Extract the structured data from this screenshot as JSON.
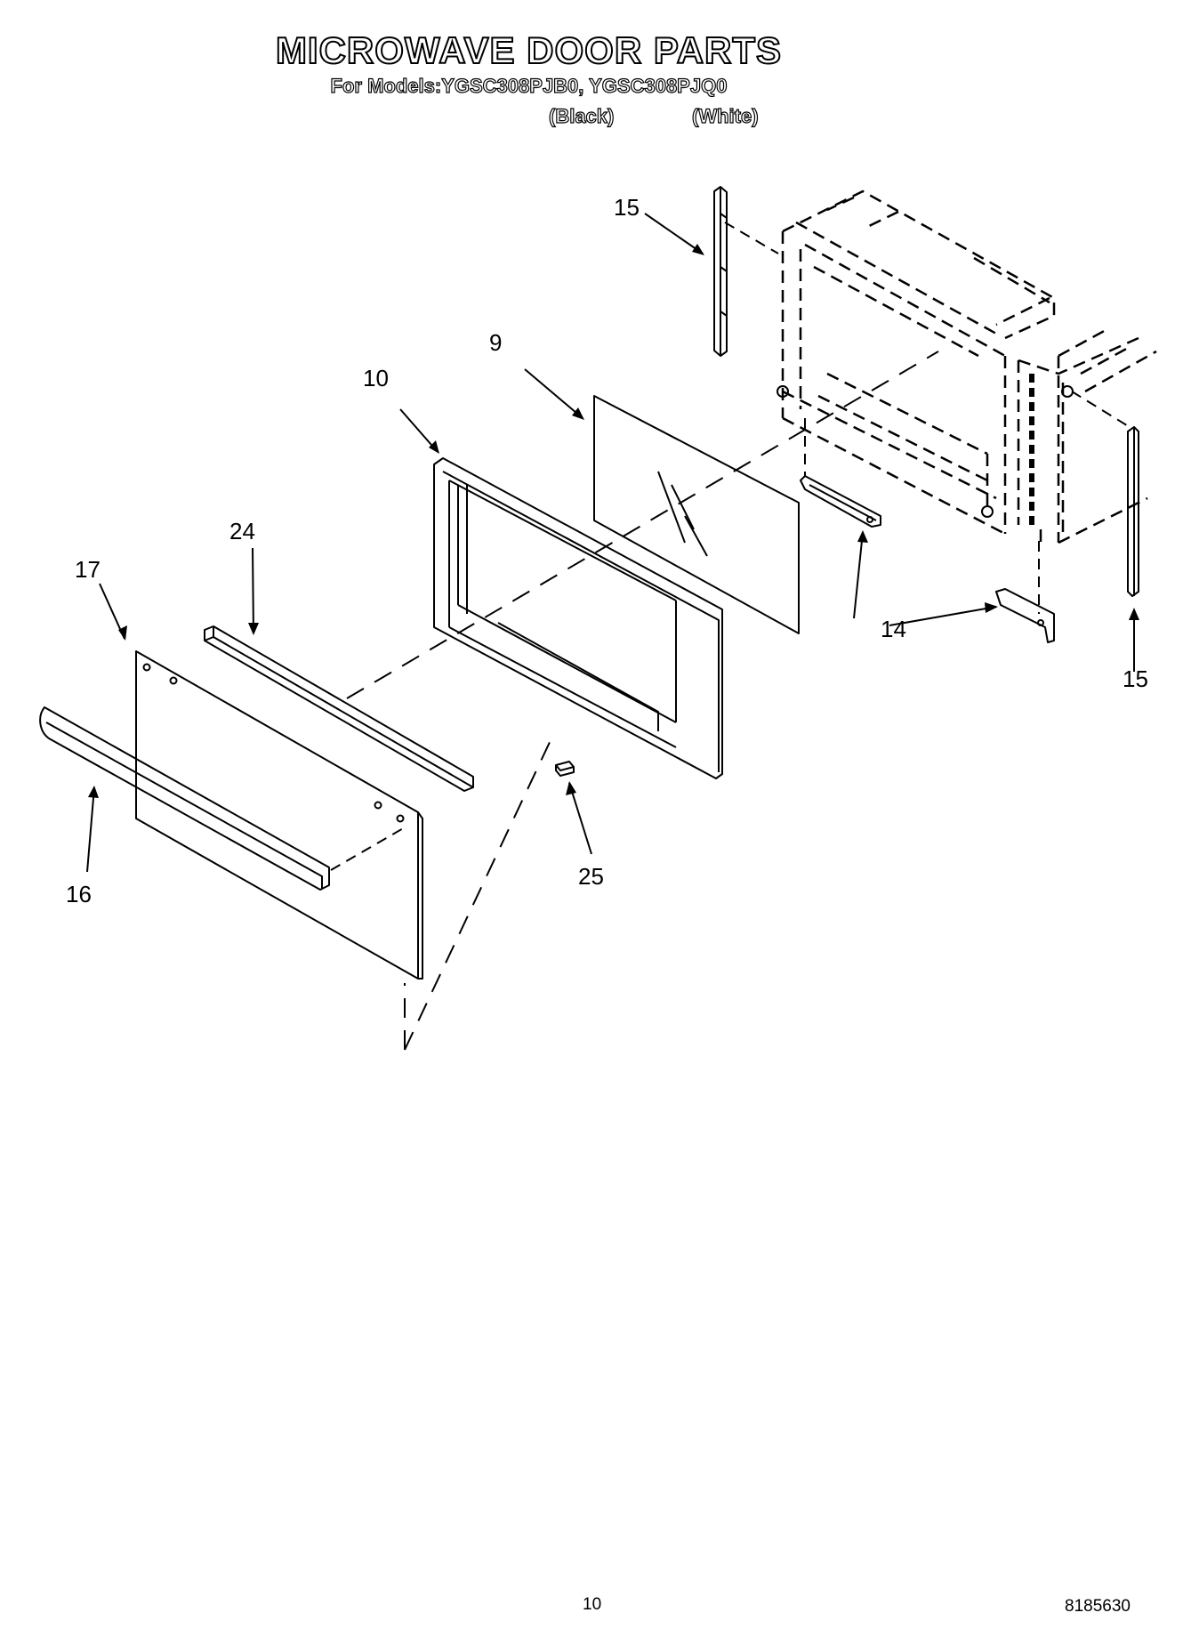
{
  "header": {
    "title": "MICROWAVE DOOR PARTS",
    "models_line": "For Models:YGSC308PJB0, YGSC308PJQ0",
    "variant_black": "(Black)",
    "variant_white": "(White)"
  },
  "callouts": {
    "c15_top": "15",
    "c9": "9",
    "c10": "10",
    "c24": "24",
    "c17": "17",
    "c14": "14",
    "c15_right": "15",
    "c25": "25",
    "c16": "16"
  },
  "footer": {
    "page_number": "10",
    "doc_number": "8185630"
  }
}
